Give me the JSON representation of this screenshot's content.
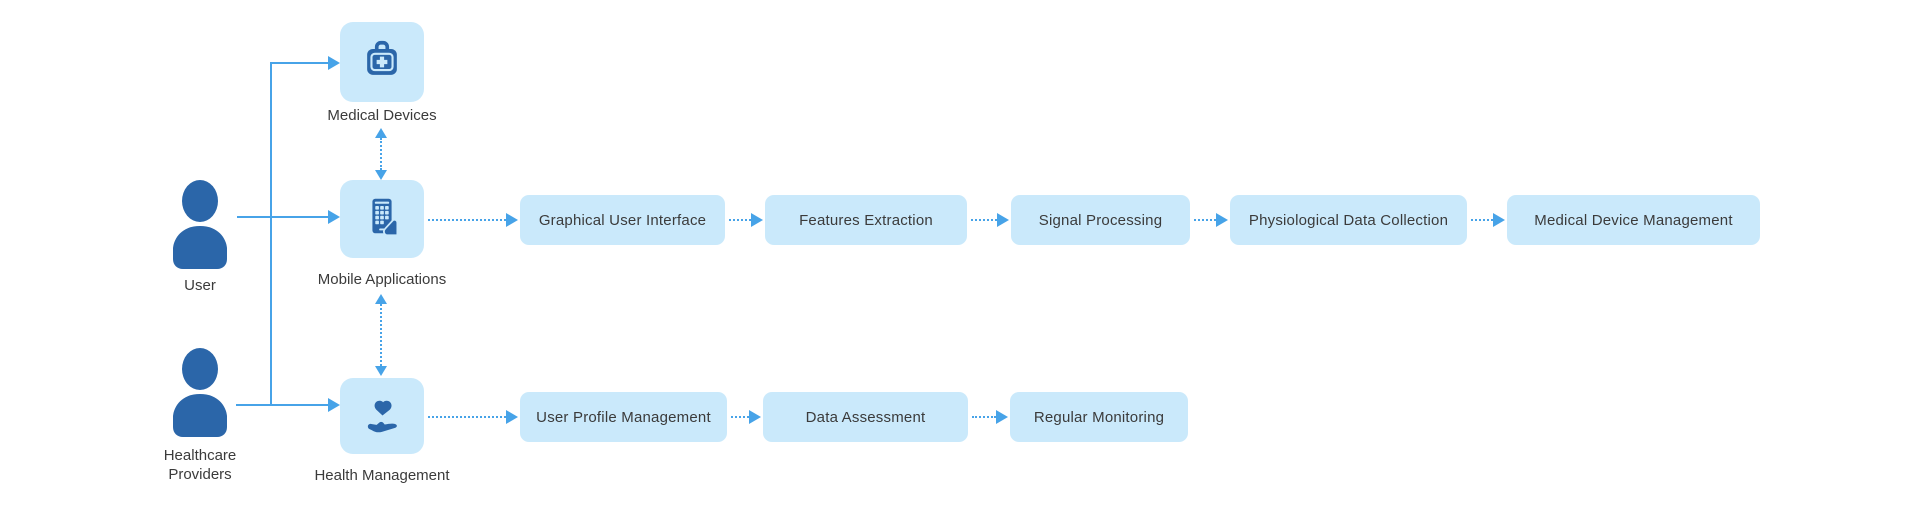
{
  "colors": {
    "node_fill": "#cae9fb",
    "icon_blue": "#2b66a9",
    "arrow_blue": "#47a3e8",
    "text": "#3b3b3b",
    "background": "#ffffff"
  },
  "actors": {
    "user": {
      "label": "User",
      "icon": "person-icon"
    },
    "healthcare_providers": {
      "label_line1": "Healthcare",
      "label_line2": "Providers",
      "icon": "person-icon"
    }
  },
  "tiles": {
    "medical_devices": {
      "label": "Medical Devices",
      "icon": "first-aid-kit-icon"
    },
    "mobile_applications": {
      "label": "Mobile Applications",
      "icon": "mobile-phone-hand-icon"
    },
    "health_management": {
      "label": "Health Management",
      "icon": "hand-heart-icon"
    }
  },
  "mobile_flow": {
    "boxes": [
      {
        "label": "Graphical User Interface"
      },
      {
        "label": "Features Extraction"
      },
      {
        "label": "Signal Processing"
      },
      {
        "label": "Physiological Data Collection"
      },
      {
        "label": "Medical Device Management"
      }
    ]
  },
  "health_flow": {
    "boxes": [
      {
        "label": "User Profile Management"
      },
      {
        "label": "Data Assessment"
      },
      {
        "label": "Regular Monitoring"
      }
    ]
  },
  "edges": [
    {
      "from": "User",
      "to": "Mobile Applications",
      "style": "solid-arrow"
    },
    {
      "from": "Users branch line",
      "to": "Medical Devices",
      "style": "solid-arrow"
    },
    {
      "from": "Healthcare Providers",
      "to": "Health Management",
      "style": "solid-arrow"
    },
    {
      "from": "Medical Devices",
      "to": "Mobile Applications",
      "style": "dotted-bidirectional"
    },
    {
      "from": "Mobile Applications",
      "to": "Health Management",
      "style": "dotted-bidirectional"
    },
    {
      "from": "Mobile Applications",
      "to": "Graphical User Interface",
      "style": "dotted-arrow"
    },
    {
      "from": "Graphical User Interface",
      "to": "Features Extraction",
      "style": "dotted-arrow"
    },
    {
      "from": "Features Extraction",
      "to": "Signal Processing",
      "style": "dotted-arrow"
    },
    {
      "from": "Signal Processing",
      "to": "Physiological Data Collection",
      "style": "dotted-arrow"
    },
    {
      "from": "Physiological Data Collection",
      "to": "Medical Device Management",
      "style": "dotted-arrow"
    },
    {
      "from": "Health Management",
      "to": "User Profile Management",
      "style": "dotted-arrow"
    },
    {
      "from": "User Profile Management",
      "to": "Data Assessment",
      "style": "dotted-arrow"
    },
    {
      "from": "Data Assessment",
      "to": "Regular Monitoring",
      "style": "dotted-arrow"
    }
  ]
}
